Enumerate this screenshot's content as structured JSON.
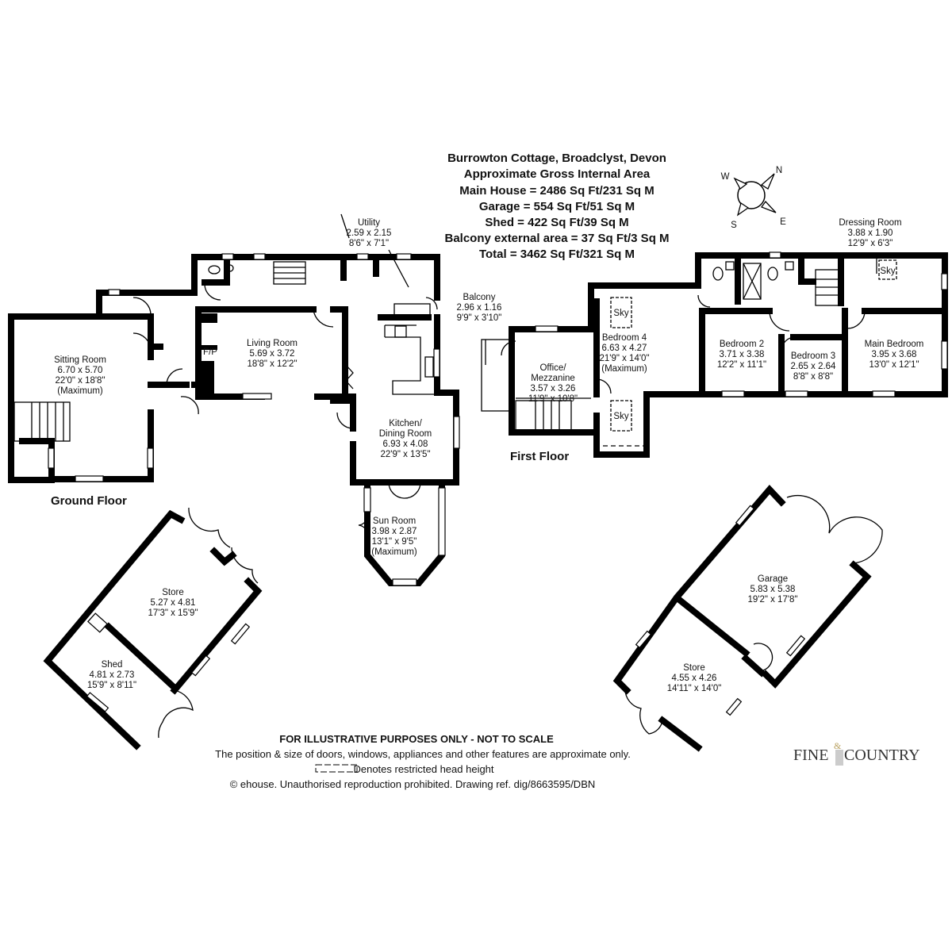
{
  "header": {
    "title": "Burrowton Cottage, Broadclyst, Devon",
    "subtitle": "Approximate Gross Internal Area",
    "areas": [
      "Main House = 2486 Sq Ft/231 Sq M",
      "Garage = 554 Sq Ft/51 Sq M",
      "Shed = 422 Sq Ft/39 Sq M",
      "Balcony external area = 37 Sq Ft/3 Sq M",
      "Total = 3462 Sq Ft/321 Sq M"
    ]
  },
  "compass": {
    "n": "N",
    "e": "E",
    "s": "S",
    "w": "W"
  },
  "floors": {
    "ground": "Ground Floor",
    "first": "First Floor"
  },
  "rooms": {
    "sitting": [
      "Sitting Room",
      "6.70 x 5.70",
      "22'0\" x 18'8\"",
      "(Maximum)"
    ],
    "living": [
      "Living Room",
      "5.69 x 3.72",
      "18'8\" x 12'2\""
    ],
    "fp": "F/P",
    "utility": [
      "Utility",
      "2.59 x 2.15",
      "8'6\" x 7'1\""
    ],
    "kitchen": [
      "Kitchen/",
      "Dining Room",
      "6.93 x 4.08",
      "22'9\" x 13'5\""
    ],
    "sun": [
      "Sun Room",
      "3.98 x 2.87",
      "13'1\" x 9'5\"",
      "(Maximum)"
    ],
    "balcony": [
      "Balcony",
      "2.96 x 1.16",
      "9'9\" x 3'10\""
    ],
    "office": [
      "Office/",
      "Mezzanine",
      "3.57 x 3.26",
      "11'9\" x 10'8\""
    ],
    "bed4": [
      "Bedroom 4",
      "6.63 x 4.27",
      "21'9\" x 14'0\"",
      "(Maximum)"
    ],
    "bed2": [
      "Bedroom 2",
      "3.71 x 3.38",
      "12'2\" x 11'1\""
    ],
    "bed3": [
      "Bedroom 3",
      "2.65 x 2.64",
      "8'8\" x 8'8\""
    ],
    "main": [
      "Main Bedroom",
      "3.95 x 3.68",
      "13'0\" x 12'1\""
    ],
    "dressing": [
      "Dressing Room",
      "3.88 x 1.90",
      "12'9\" x 6'3\""
    ],
    "sky": "Sky",
    "store1": [
      "Store",
      "5.27 x 4.81",
      "17'3\" x 15'9\""
    ],
    "shed": [
      "Shed",
      "4.81 x 2.73",
      "15'9\" x 8'11\""
    ],
    "garage": [
      "Garage",
      "5.83 x 5.38",
      "19'2\" x 17'8\""
    ],
    "store2": [
      "Store",
      "4.55 x 4.26",
      "14'11\" x 14'0\""
    ]
  },
  "footer": {
    "line1": "FOR ILLUSTRATIVE PURPOSES ONLY - NOT TO SCALE",
    "line2": "The position & size of doors, windows, appliances and other features are approximate only.",
    "line3": "Denotes restricted head height",
    "line4": "© ehouse. Unauthorised reproduction prohibited. Drawing ref. dig/8663595/DBN"
  },
  "logo": {
    "text1": "FINE",
    "amp": "&",
    "text2": "COUNTRY"
  }
}
